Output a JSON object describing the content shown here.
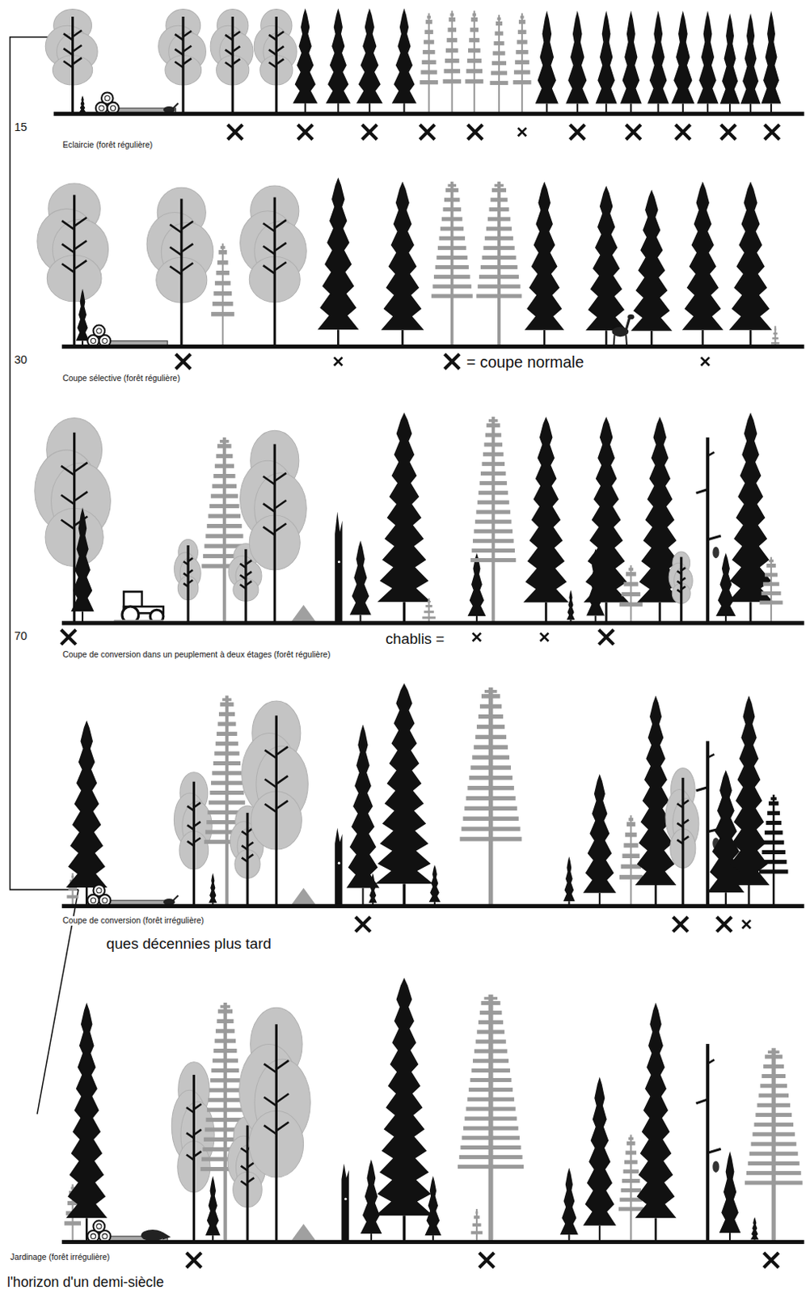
{
  "diagram": {
    "labels": [
      "15",
      "Eclaircie (forêt régulière)",
      "30",
      "= coupe normale",
      "Coupe sélective (forêt régulière)",
      "70",
      "chablis =",
      "Coupe de conversion dans un peuplement à deux étages (forêt régulière)",
      "Coupe de conversion (forêt irrégulière)",
      "ques décennies plus tard",
      "Jardinage (forêt irrégulière)",
      "l'horizon d'un demi-siècle"
    ]
  }
}
